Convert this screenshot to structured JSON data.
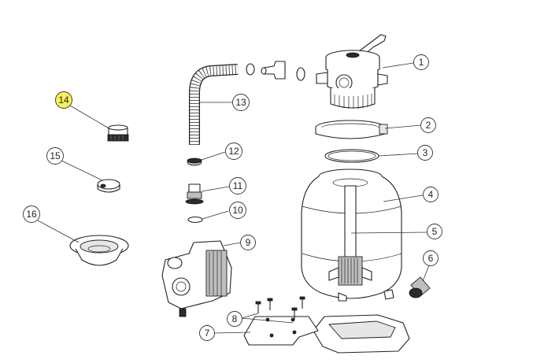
{
  "diagram": {
    "callouts": [
      {
        "id": "c1",
        "label": "1",
        "highlighted": false
      },
      {
        "id": "c2",
        "label": "2",
        "highlighted": false
      },
      {
        "id": "c3",
        "label": "3",
        "highlighted": false
      },
      {
        "id": "c4",
        "label": "4",
        "highlighted": false
      },
      {
        "id": "c5",
        "label": "5",
        "highlighted": false
      },
      {
        "id": "c6",
        "label": "6",
        "highlighted": false
      },
      {
        "id": "c7",
        "label": "7",
        "highlighted": false
      },
      {
        "id": "c8",
        "label": "8",
        "highlighted": false
      },
      {
        "id": "c9",
        "label": "9",
        "highlighted": false
      },
      {
        "id": "c10",
        "label": "10",
        "highlighted": false
      },
      {
        "id": "c11",
        "label": "11",
        "highlighted": false
      },
      {
        "id": "c12",
        "label": "12",
        "highlighted": false
      },
      {
        "id": "c13",
        "label": "13",
        "highlighted": false
      },
      {
        "id": "c14",
        "label": "14",
        "highlighted": true
      },
      {
        "id": "c15",
        "label": "15",
        "highlighted": false
      },
      {
        "id": "c16",
        "label": "16",
        "highlighted": false
      }
    ],
    "colors": {
      "highlight": "#f4ef5a",
      "callout_border": "#333333",
      "line": "#333333",
      "background": "#ffffff"
    }
  }
}
